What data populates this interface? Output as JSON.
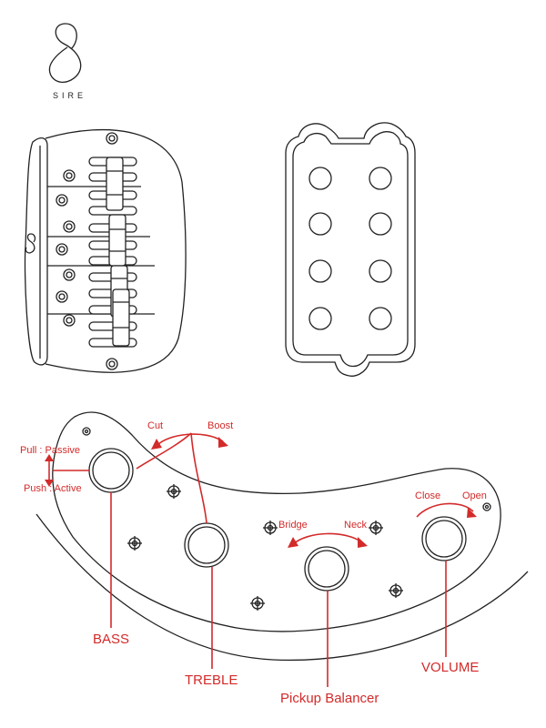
{
  "brand": {
    "wordmark": "SIRE",
    "logo_icon": "sire-s-logo-icon"
  },
  "colors": {
    "line": "#222222",
    "annotation": "#d32a2a",
    "background": "#ffffff"
  },
  "controls": {
    "bass": {
      "label": "BASS",
      "pull_text": "Pull : Passive",
      "push_text": "Push : Active"
    },
    "treble": {
      "label": "TREBLE",
      "cut_text": "Cut",
      "boost_text": "Boost"
    },
    "pickup_balancer": {
      "label": "Pickup Balancer",
      "left_text": "Bridge",
      "right_text": "Neck"
    },
    "volume": {
      "label": "VOLUME",
      "left_text": "Close",
      "right_text": "Open"
    }
  },
  "icons": {
    "bridge": "bass-bridge-icon",
    "pickup": "humbucker-pickup-icon",
    "control_plate": "control-plate-icon",
    "knob": "knob-icon",
    "screw": "screw-icon"
  }
}
